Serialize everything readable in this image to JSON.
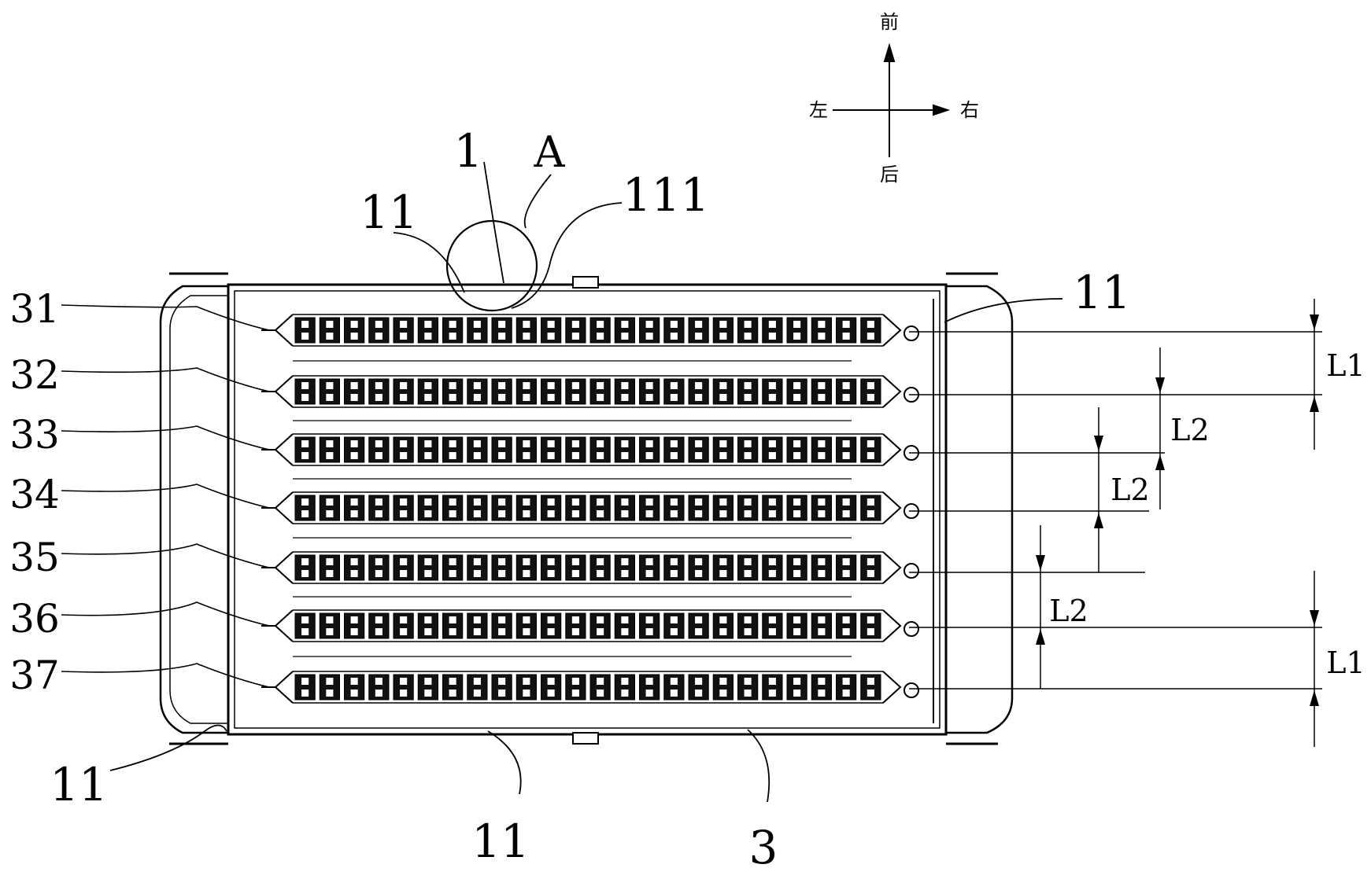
{
  "compass": {
    "front": "前",
    "back": "后",
    "left": "左",
    "right": "右"
  },
  "detail_circle": "A",
  "labels": {
    "part_1": "1",
    "part_11_top": "11",
    "part_111": "111",
    "part_11_right": "11",
    "part_11_left_bottom": "11",
    "part_11_bottom": "11",
    "part_3": "3"
  },
  "row_labels": [
    "31",
    "32",
    "33",
    "34",
    "35",
    "36",
    "37"
  ],
  "dimensions": {
    "l1_top": "L1",
    "l2_a": "L2",
    "l2_b": "L2",
    "l2_c": "L2",
    "l1_bottom": "L1"
  },
  "colors": {
    "ink": "#000000",
    "paper": "#ffffff"
  }
}
